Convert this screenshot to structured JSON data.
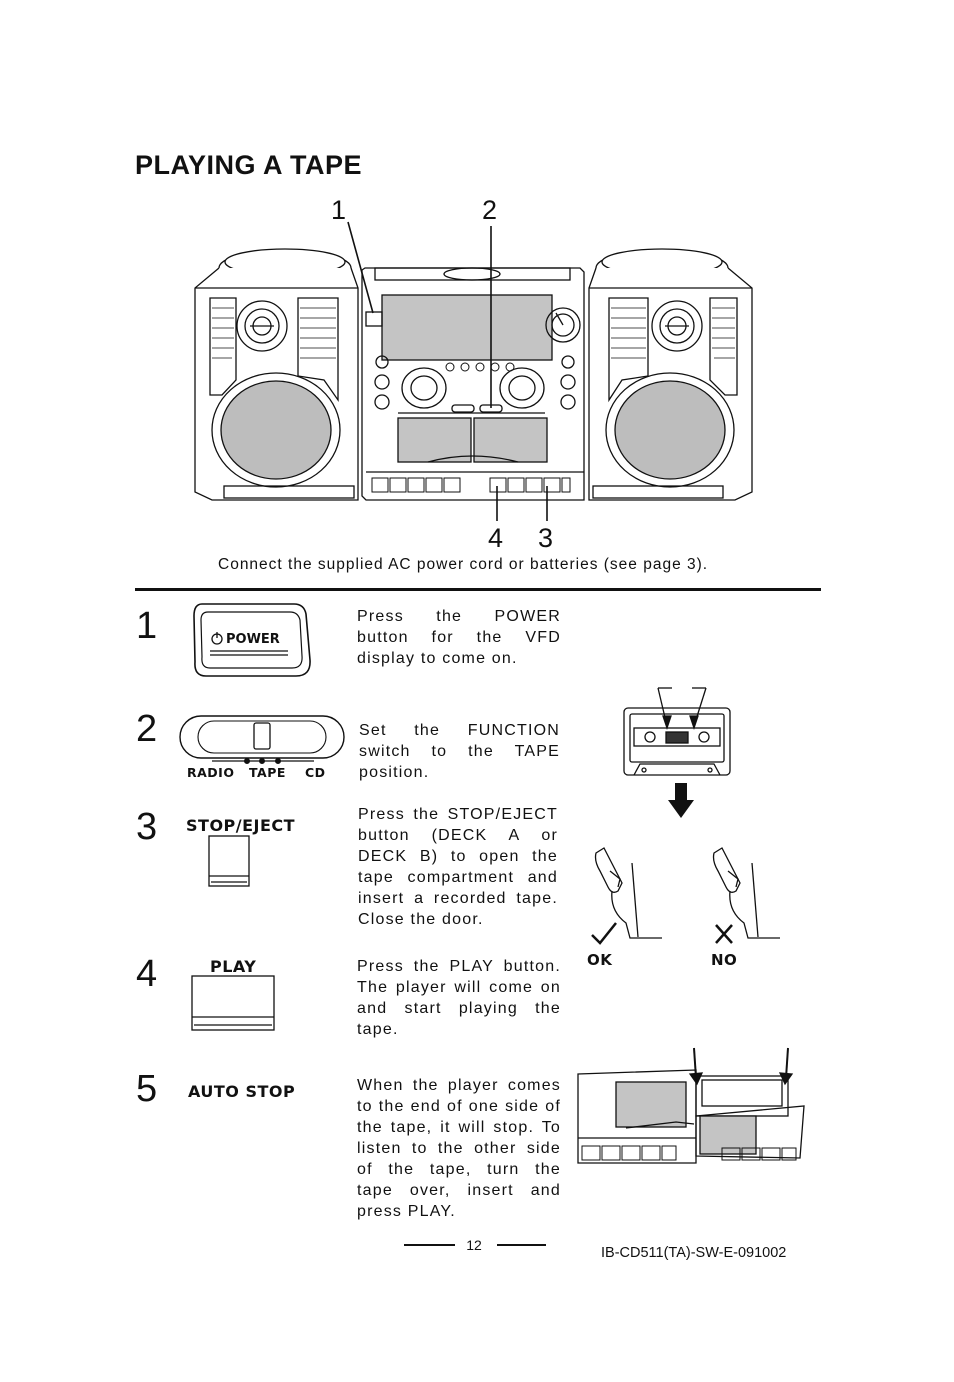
{
  "title": "PLAYING A TAPE",
  "callouts": [
    "1",
    "2",
    "4",
    "3"
  ],
  "connect_note": "Connect the supplied AC power cord or batteries (see page 3).",
  "steps": [
    {
      "number": "1",
      "text": "Press the POWER button for the VFD display to come on.",
      "button_label": "POWER"
    },
    {
      "number": "2",
      "text": "Set the FUNCTION switch to the TAPE position.",
      "switch_labels": [
        "RADIO",
        "TAPE",
        "CD"
      ]
    },
    {
      "number": "3",
      "text": "Press the STOP/EJECT button (DECK A or DECK B) to open the tape compartment and insert a recorded tape. Close the door.",
      "button_label": "STOP/EJECT"
    },
    {
      "number": "4",
      "text": "Press the PLAY button. The player will come on and start playing the tape.",
      "button_label": "PLAY"
    },
    {
      "number": "5",
      "text": "When the player comes to the end of one side of the tape, it will stop. To listen to the other side of the tape, turn the tape over, insert and press PLAY.",
      "button_label": "AUTO STOP"
    }
  ],
  "insert_marks": {
    "ok": "OK",
    "no": "NO"
  },
  "footer": {
    "page_number": "12",
    "doc_code": "IB-CD511(TA)-SW-E-091002"
  }
}
